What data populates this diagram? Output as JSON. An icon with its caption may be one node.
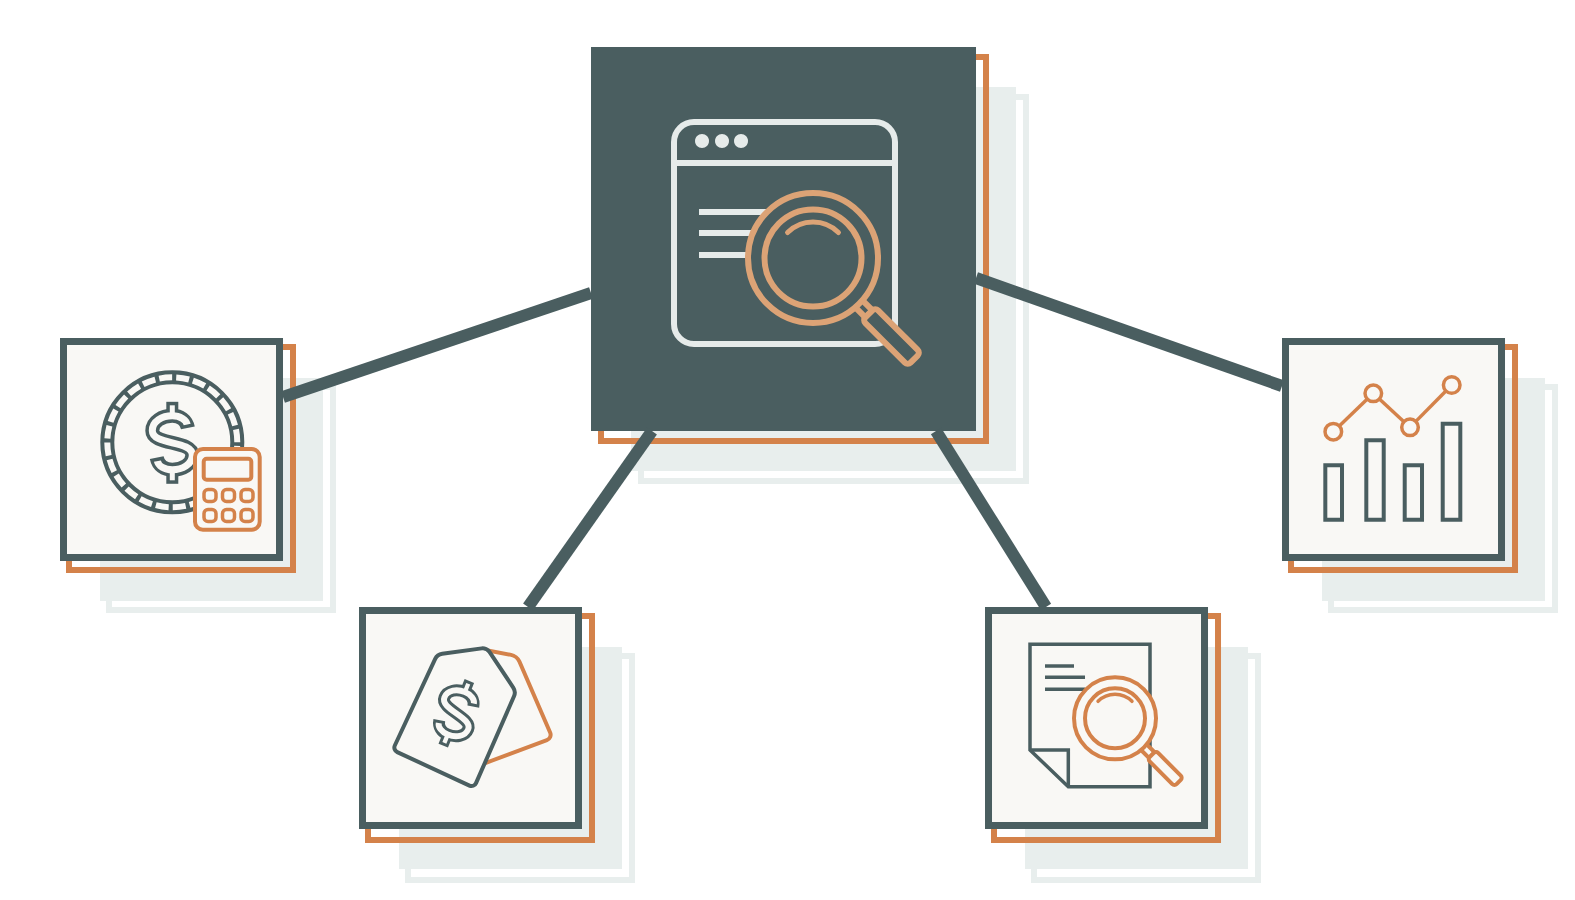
{
  "diagram": {
    "nodes": [
      {
        "text": [],
        "shape": "box"
      },
      {
        "text": [],
        "shape": "box"
      },
      {
        "text": [],
        "shape": "box"
      },
      {
        "text": [],
        "shape": "box"
      },
      {
        "text": [],
        "shape": "box"
      }
    ],
    "edges": [
      {
        "from": 0,
        "to": 1,
        "arrow": "none"
      },
      {
        "from": 0,
        "to": 2,
        "arrow": "none"
      },
      {
        "from": 0,
        "to": 3,
        "arrow": "none"
      },
      {
        "from": 0,
        "to": 4,
        "arrow": "none"
      }
    ]
  }
}
